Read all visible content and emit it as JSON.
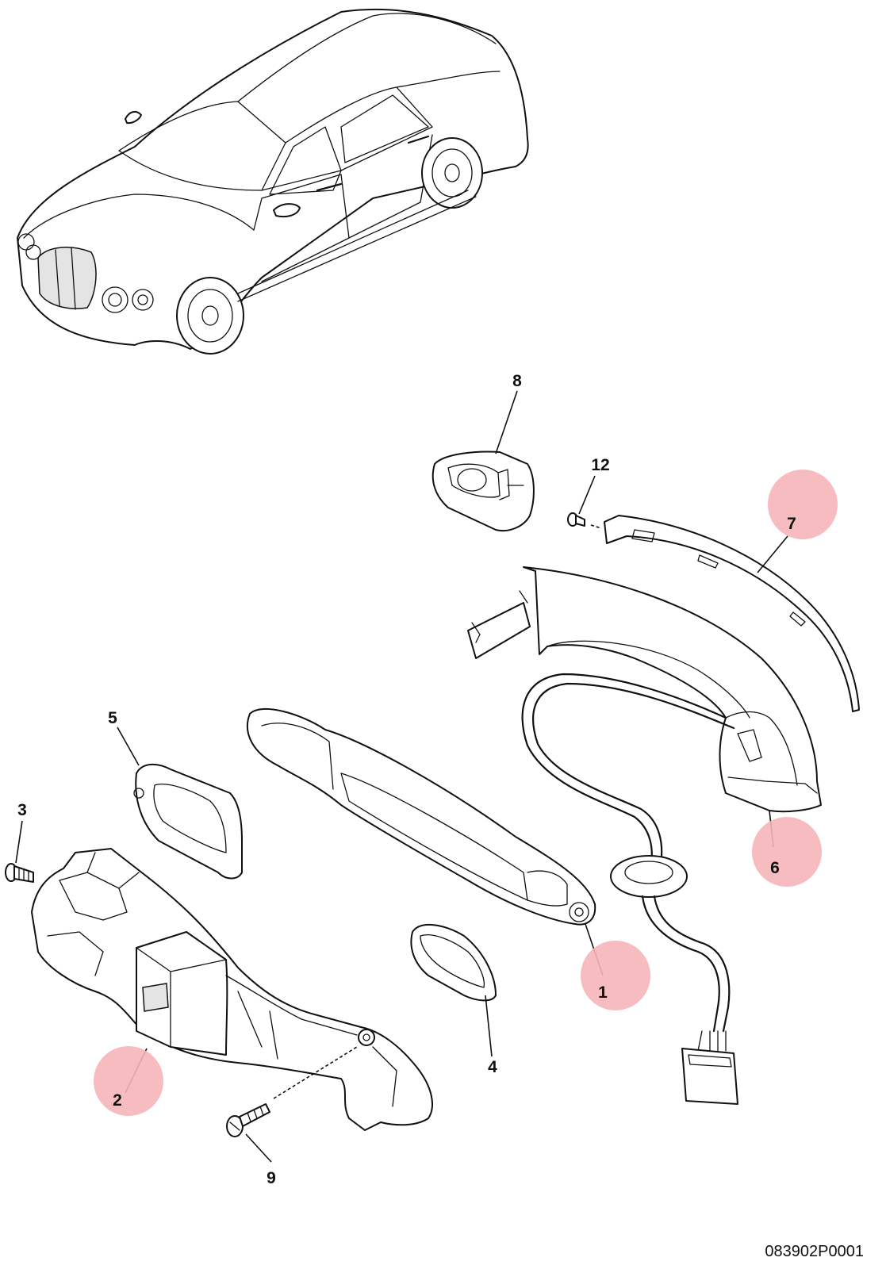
{
  "callouts": [
    {
      "label": "1",
      "highlighted": true
    },
    {
      "label": "2",
      "highlighted": true
    },
    {
      "label": "3",
      "highlighted": false
    },
    {
      "label": "4",
      "highlighted": false
    },
    {
      "label": "5",
      "highlighted": false
    },
    {
      "label": "6",
      "highlighted": true
    },
    {
      "label": "7",
      "highlighted": true
    },
    {
      "label": "8",
      "highlighted": false
    },
    {
      "label": "9",
      "highlighted": false
    },
    {
      "label": "12",
      "highlighted": false
    }
  ],
  "reference_number": "083902P0001",
  "colors": {
    "highlight": "#f5b5b8",
    "line": "#111111",
    "background": "#ffffff"
  }
}
